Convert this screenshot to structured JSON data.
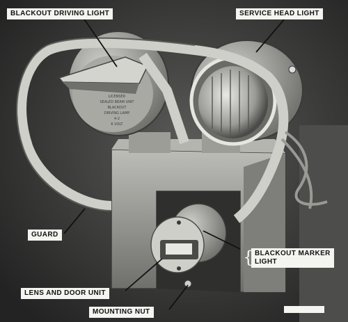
{
  "labels": {
    "blackout_driving_light": "BLACKOUT DRIVING LIGHT",
    "service_head_light": "SERVICE HEAD LIGHT",
    "guard": "GUARD",
    "blackout_marker_light_line1": "BLACKOUT MARKER",
    "blackout_marker_light_line2": "LIGHT",
    "lens_and_door_unit": "LENS AND DOOR UNIT",
    "mounting_nut": "MOUNTING NUT"
  },
  "lamp_plate_text": [
    "LICENSED",
    "SEALED BEAM UNIT",
    "BLACKOUT",
    "DRIVING LAMP",
    "4-2",
    "6 VOLT"
  ],
  "colors": {
    "background": "#2f2f2f",
    "label_box": "#f4f4f0",
    "metal_light": "#c9c9c4",
    "metal_mid": "#8f8f8a",
    "metal_dark": "#4a4a48"
  }
}
